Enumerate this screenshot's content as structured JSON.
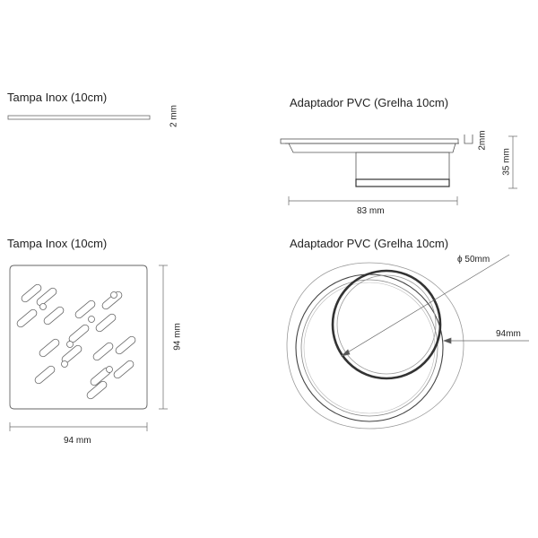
{
  "top_left": {
    "title": "Tampa Inox (10cm)",
    "thickness": "2 mm"
  },
  "top_right": {
    "title": "Adaptador PVC (Grelha 10cm)",
    "width": "83 mm",
    "lip_height": "2mm",
    "height": "35 mm"
  },
  "bottom_left": {
    "title": "Tampa Inox (10cm)",
    "height": "94 mm",
    "width": "94 mm"
  },
  "bottom_right": {
    "title": "Adaptador PVC (Grelha 10cm)",
    "diameter": "ϕ 50mm",
    "width": "94mm"
  },
  "colors": {
    "line": "#555555",
    "light": "#bbbbbb"
  }
}
